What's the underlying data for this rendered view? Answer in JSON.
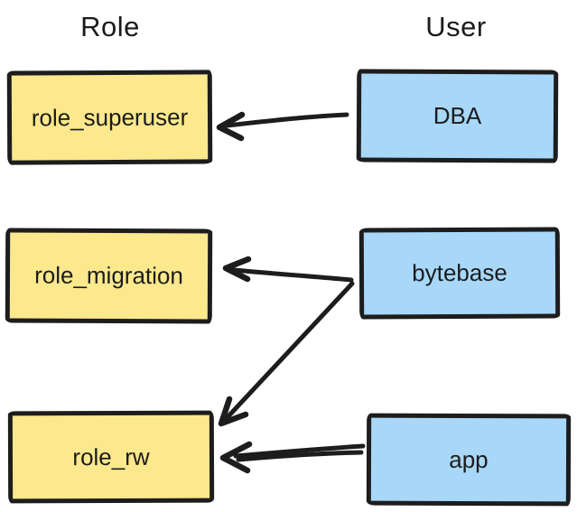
{
  "headers": {
    "role": "Role",
    "user": "User"
  },
  "nodes": [
    {
      "id": "role_superuser",
      "label": "role_superuser",
      "type": "role"
    },
    {
      "id": "role_migration",
      "label": "role_migration",
      "type": "role"
    },
    {
      "id": "role_rw",
      "label": "role_rw",
      "type": "role"
    },
    {
      "id": "DBA",
      "label": "DBA",
      "type": "user"
    },
    {
      "id": "bytebase",
      "label": "bytebase",
      "type": "user"
    },
    {
      "id": "app",
      "label": "app",
      "type": "user"
    }
  ],
  "edges": [
    {
      "from": "DBA",
      "to": "role_superuser"
    },
    {
      "from": "bytebase",
      "to": "role_migration"
    },
    {
      "from": "bytebase",
      "to": "role_rw"
    },
    {
      "from": "app",
      "to": "role_rw"
    }
  ],
  "colors": {
    "role_fill": "#fce88d",
    "user_fill": "#a8d7f8",
    "stroke": "#1d1d1d",
    "text": "#1b1b1b",
    "background": "#ffffff"
  }
}
